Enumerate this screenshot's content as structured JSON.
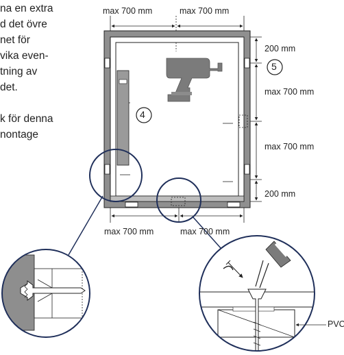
{
  "intro_text_lines": [
    "na en extra",
    "d det övre",
    "net för",
    "vika even-",
    "tning av",
    "det."
  ],
  "intro_text_lines_2": [
    "k för denna",
    "nontage"
  ],
  "dimensions": {
    "top_left": "max 700 mm",
    "top_right": "max 700 mm",
    "right_top": "200 mm",
    "right_mid1": "max 700 mm",
    "right_mid2": "max 700 mm",
    "right_bottom": "200 mm",
    "bottom_left": "max 700 mm",
    "bottom_right": "max 700 mm"
  },
  "callouts": {
    "four": "4",
    "five": "5"
  },
  "detail_label": "PVC",
  "colors": {
    "frame_gray": "#8a8a8a",
    "line_dark": "#222222",
    "circle_navy": "#1f2f5a",
    "tool_gray": "#7b7b7b"
  },
  "icons": [
    "drill-icon",
    "screw-icon",
    "screwdriver-icon"
  ]
}
